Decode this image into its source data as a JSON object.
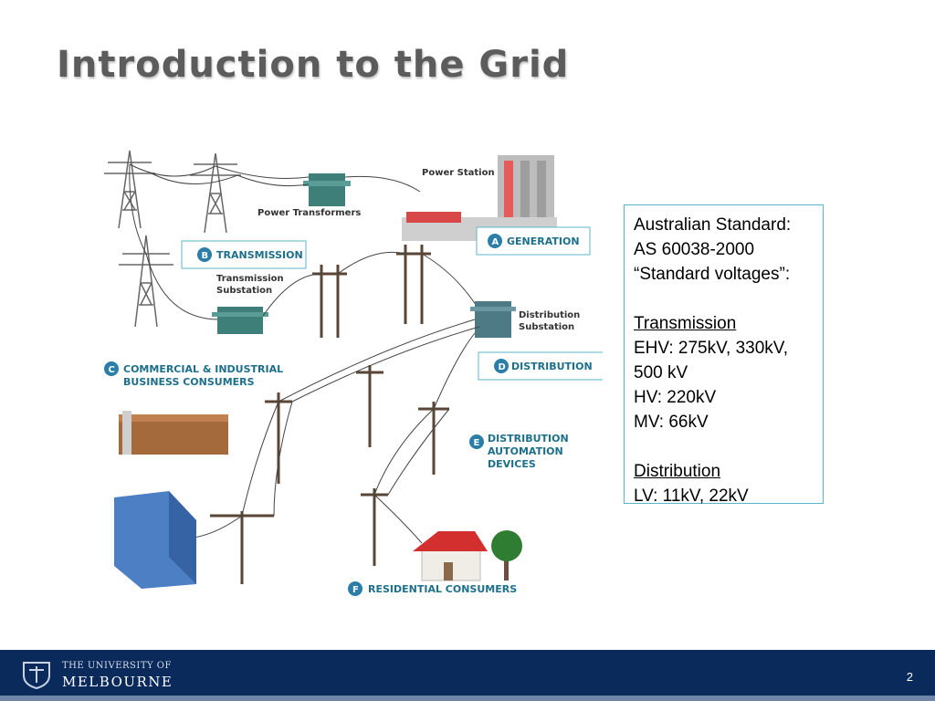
{
  "slide": {
    "title": "Introduction to the Grid",
    "page_number": "2"
  },
  "diagram": {
    "labels": {
      "power_station": "Power Station",
      "power_transformers": "Power Transformers",
      "transmission_substation_1": "Transmission",
      "transmission_substation_2": "Substation",
      "distribution_substation_1": "Distribution",
      "distribution_substation_2": "Substation"
    },
    "sections": {
      "a": {
        "letter": "A",
        "label": "GENERATION"
      },
      "b": {
        "letter": "B",
        "label": "TRANSMISSION"
      },
      "c": {
        "letter": "C",
        "label_line1": "COMMERCIAL & INDUSTRIAL",
        "label_line2": "BUSINESS CONSUMERS"
      },
      "d": {
        "letter": "D",
        "label": "DISTRIBUTION"
      },
      "e": {
        "letter": "E",
        "label_line1": "DISTRIBUTION",
        "label_line2": "AUTOMATION",
        "label_line3": "DEVICES"
      },
      "f": {
        "letter": "F",
        "label": "RESIDENTIAL CONSUMERS"
      }
    },
    "colors": {
      "badge": "#2a7ea8",
      "label_box_border": "#5bb4c8",
      "tower": "#6a6a6a",
      "roof": "#d32f2f"
    }
  },
  "infobox": {
    "line1": "Australian Standard:",
    "line2": "AS 60038-2000",
    "line3": "“Standard voltages”:",
    "transmission_heading": "Transmission",
    "transmission_ehv": "EHV: 275kV, 330kV,",
    "transmission_ehv_cont": "500 kV",
    "transmission_hv": "HV: 220kV",
    "transmission_mv": "MV: 66kV",
    "distribution_heading": "Distribution",
    "distribution_lv": "LV: 11kV, 22kV"
  },
  "footer": {
    "university_top": "THE UNIVERSITY OF",
    "university_main": "MELBOURNE",
    "background": "#0b2a5c"
  }
}
